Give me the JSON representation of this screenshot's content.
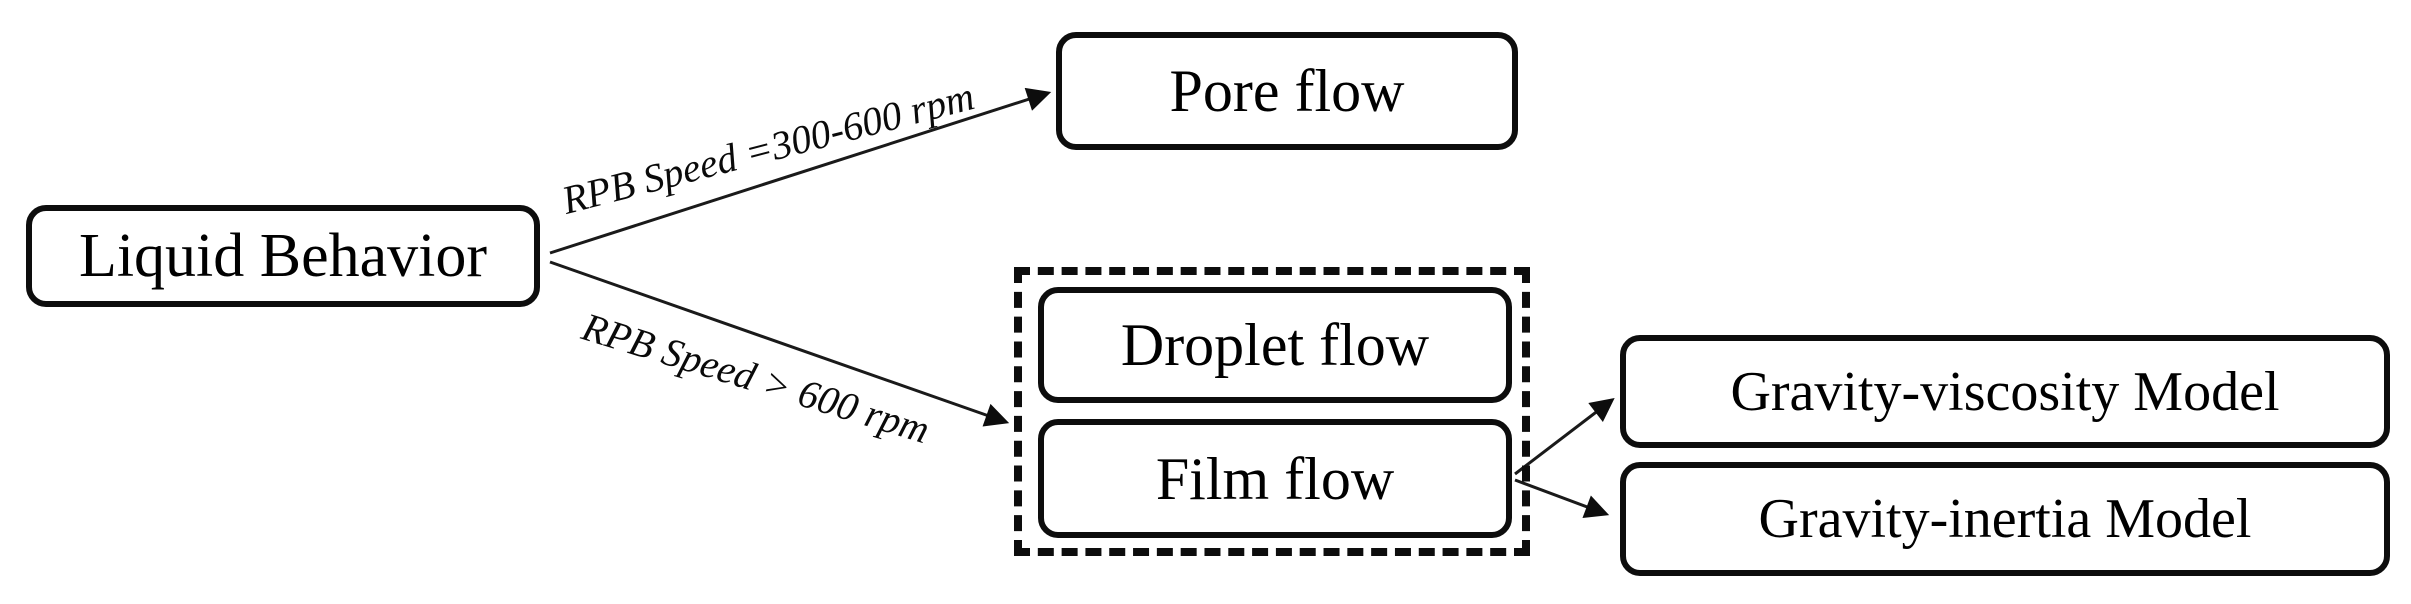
{
  "diagram": {
    "type": "flowchart",
    "background_color": "#ffffff",
    "stroke_color": "#0d0d0d",
    "text_color": "#000000",
    "nodes": {
      "liquid_behavior": {
        "label": "Liquid Behavior",
        "shape": "rounded-rect"
      },
      "pore_flow": {
        "label": "Pore flow",
        "shape": "rounded-rect"
      },
      "droplet_flow": {
        "label": "Droplet flow",
        "shape": "rounded-rect"
      },
      "film_flow": {
        "label": "Film flow",
        "shape": "rounded-rect"
      },
      "gravity_viscosity": {
        "label": "Gravity-viscosity Model",
        "shape": "rounded-rect"
      },
      "gravity_inertia": {
        "label": "Gravity-inertia Model",
        "shape": "rounded-rect"
      }
    },
    "groups": {
      "droplet_film_group": {
        "style": "dashed-border",
        "contains": [
          "droplet_flow",
          "film_flow"
        ]
      }
    },
    "edges": [
      {
        "from": "liquid_behavior",
        "to": "pore_flow",
        "label": "RPB Speed =300-600 rpm"
      },
      {
        "from": "liquid_behavior",
        "to": "droplet_film_group",
        "label": "RPB Speed > 600 rpm"
      },
      {
        "from": "film_flow",
        "to": "gravity_viscosity",
        "label": ""
      },
      {
        "from": "film_flow",
        "to": "gravity_inertia",
        "label": ""
      }
    ]
  }
}
